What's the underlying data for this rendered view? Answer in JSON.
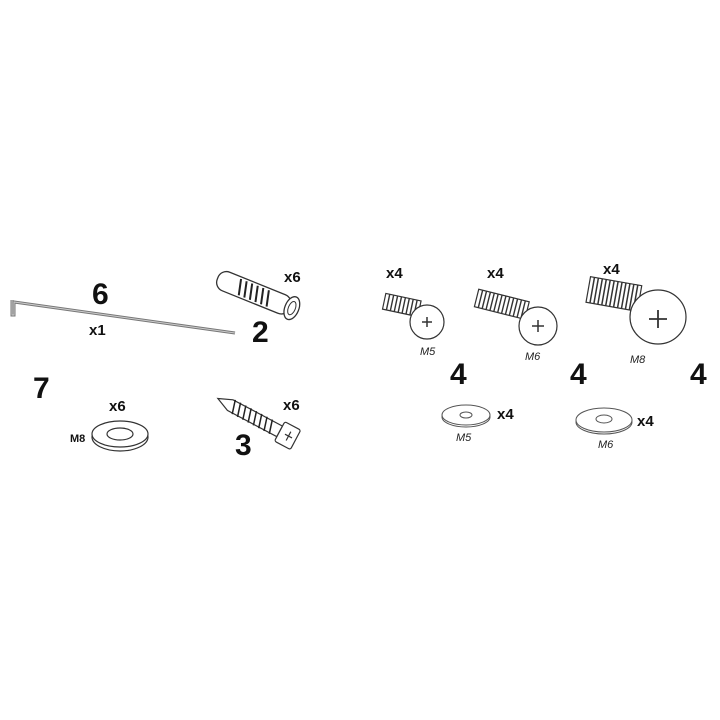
{
  "parts": {
    "allen_key": {
      "number": "6",
      "qty": "x1"
    },
    "wall_plug": {
      "number": "2",
      "qty": "x6"
    },
    "washer_m8": {
      "number": "7",
      "qty": "x6",
      "size": "M8"
    },
    "wood_screw": {
      "number": "3",
      "qty": "x6"
    },
    "bolt_m5": {
      "qty": "x4",
      "size": "M5"
    },
    "bolt_m6": {
      "qty": "x4",
      "size": "M6"
    },
    "bolt_m8": {
      "qty": "x4",
      "size": "M8"
    },
    "group_numbers": [
      "4",
      "4",
      "4"
    ],
    "washer_m5": {
      "qty": "x4",
      "size": "M5"
    },
    "washer_m6": {
      "qty": "x4",
      "size": "M6"
    }
  }
}
